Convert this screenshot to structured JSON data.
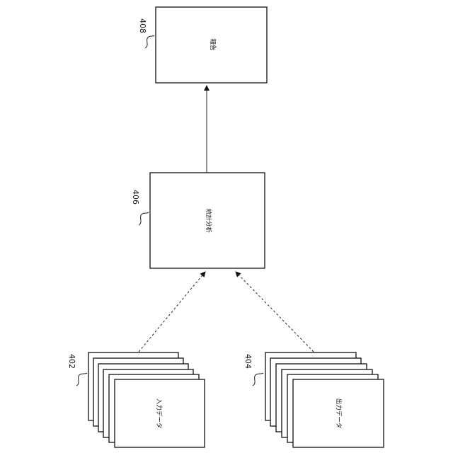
{
  "nodes": {
    "report": {
      "ref": "408",
      "label": "報告"
    },
    "analysis": {
      "ref": "406",
      "label": "統計分析"
    },
    "input_data": {
      "ref": "402",
      "label": "入力データ"
    },
    "output_data": {
      "ref": "404",
      "label": "出力データ"
    }
  }
}
